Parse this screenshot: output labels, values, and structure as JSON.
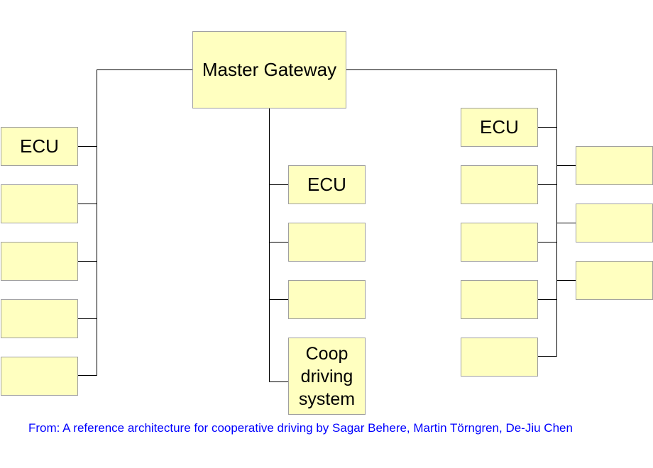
{
  "diagram": {
    "gateway": {
      "label": "Master Gateway"
    },
    "left_branch": [
      "ECU",
      "",
      "",
      "",
      ""
    ],
    "middle_branch": [
      "ECU",
      "",
      "",
      "Coop\ndriving\nsystem"
    ],
    "right_branch": [
      "ECU",
      "",
      "",
      "",
      ""
    ],
    "right_sub_branch": [
      "",
      "",
      ""
    ]
  },
  "caption": "From: A reference architecture for cooperative driving by Sagar Behere, Martin Törngren, De-Jiu Chen",
  "colors": {
    "box_fill": "#ffffc0",
    "box_border": "#a0a0a0",
    "caption": "#0000ff"
  }
}
